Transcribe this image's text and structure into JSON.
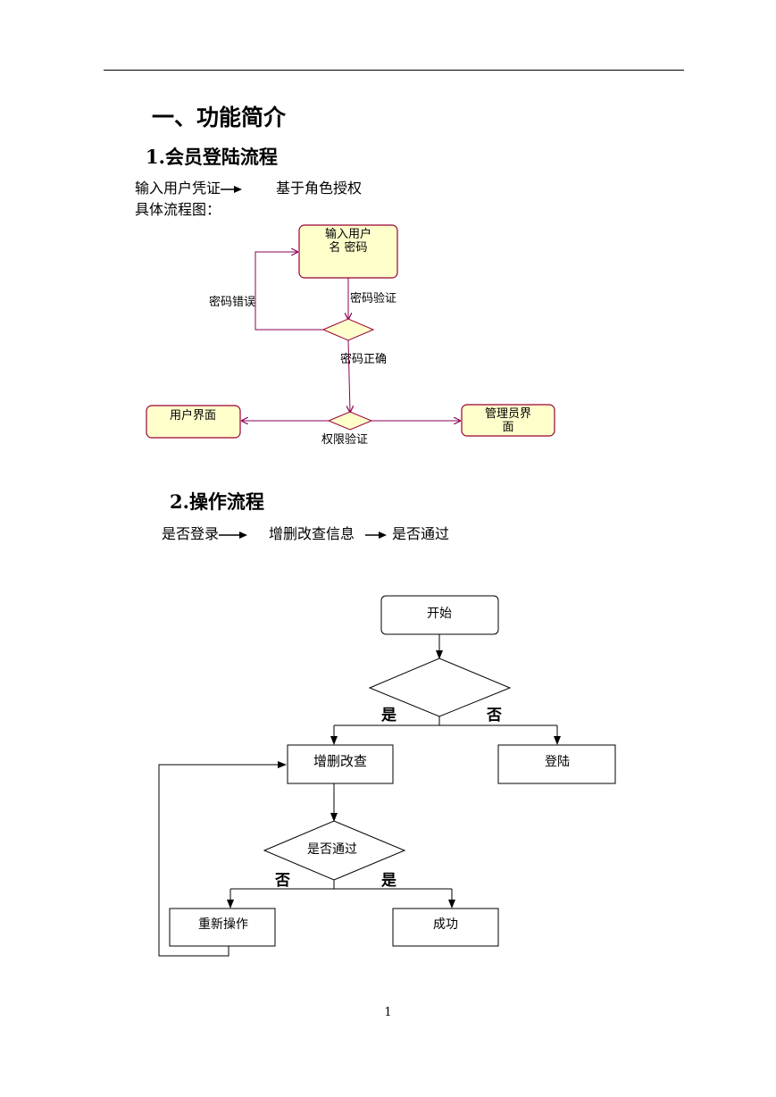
{
  "heading": "一、功能简介",
  "section1": {
    "number": "1.",
    "title": "会员登陆流程",
    "line1_a": "输入用户凭证",
    "line1_b": "基于角色授权",
    "line2": "具体流程图："
  },
  "flow1": {
    "input_box_line1": "输入用户",
    "input_box_line2": "名 密码",
    "pw_verify": "密码验证",
    "pw_error": "密码错误",
    "pw_correct": "密码正确",
    "perm_verify": "权限验证",
    "user_ui": "用户界面",
    "admin_ui_line1": "管理员界",
    "admin_ui_line2": "面",
    "colors": {
      "box_fill": "#ffffcc",
      "box_border": "#990033",
      "line": "#880055"
    }
  },
  "section2": {
    "number": "2.",
    "title": "操作流程",
    "step1": "是否登录",
    "step2": "增删改查信息",
    "step3": "是否通过"
  },
  "flow2": {
    "start": "开始",
    "yes1": "是",
    "no1": "否",
    "crud": "增删改查",
    "login": "登陆",
    "decision2": "是否通过",
    "no2": "否",
    "yes2": "是",
    "retry": "重新操作",
    "success": "成功"
  },
  "footer": {
    "page_number": "1"
  }
}
